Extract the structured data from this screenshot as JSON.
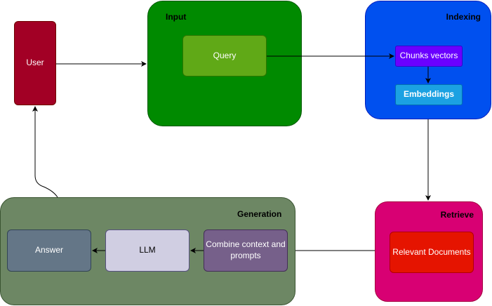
{
  "groups": {
    "input": {
      "title": "Input",
      "fill": "#008a00",
      "stroke": "#005700"
    },
    "indexing": {
      "title": "Indexing",
      "fill": "#0050ef",
      "stroke": "#001dbc"
    },
    "retrieve": {
      "title": "Retrieve",
      "fill": "#d80073",
      "stroke": "#a50040"
    },
    "generation": {
      "title": "Generation",
      "fill": "#6d8764",
      "stroke": "#3a5431"
    }
  },
  "nodes": {
    "user": "User",
    "query": "Query",
    "chunks": "Chunks vectors",
    "embeddings": "Embeddings",
    "relevant": "Relevant Documents",
    "combine": "Combine context and prompts",
    "llm": "LLM",
    "answer": "Answer"
  }
}
